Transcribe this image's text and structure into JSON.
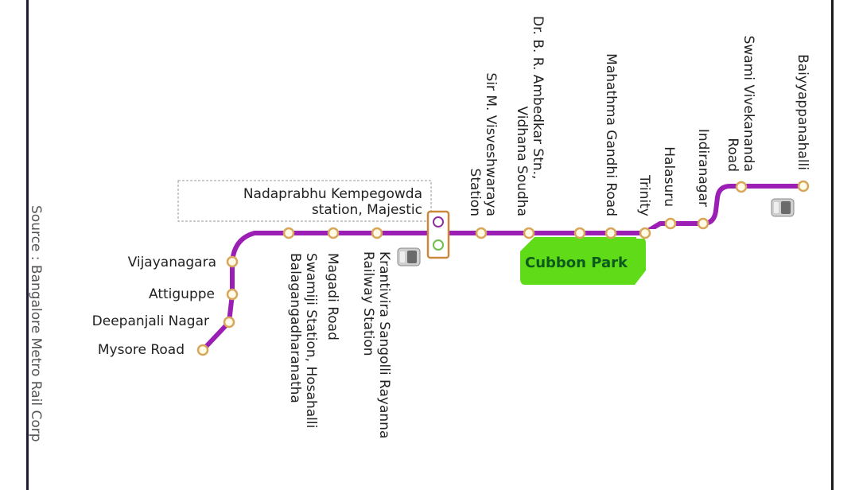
{
  "source_label": "Source : Bangalore Metro Rail Corp",
  "line_color": "#9b1fb5",
  "station_fill": "#fffbe6",
  "station_stroke": "#d8a65a",
  "interchange": {
    "label_line1": "Nadaprabhu Kempegowda",
    "label_line2": "station, Majestic",
    "purple_dot": "#8e2fa0",
    "green_dot": "#6cc04a",
    "box_stroke": "#c9883a"
  },
  "park": {
    "label": "Cubbon Park",
    "color": "#5fdc17"
  },
  "stations_west": [
    {
      "name": "Vijayanagara"
    },
    {
      "name": "Attiguppe"
    },
    {
      "name": "Deepanjali Nagar"
    },
    {
      "name": "Mysore Road"
    }
  ],
  "stations_vertical_below": [
    {
      "line1": "Balagangadharanatha",
      "line2": "Swamiji Station, Hosahalli"
    },
    {
      "line1": "Magadi Road"
    },
    {
      "line1": "Krantivira Sangolli Rayanna",
      "line2": "Railway Station"
    }
  ],
  "stations_vertical_above": [
    {
      "line1": "Sir M. Visveshwaraya",
      "line2": "Station"
    },
    {
      "line1": "Dr. B. R. Ambedkar Stn.,",
      "line2": "Vidhana Soudha"
    },
    {
      "line1": "Mahathma Gandhi Road"
    },
    {
      "line1": "Trinity"
    },
    {
      "line1": "Halasuru"
    },
    {
      "line1": "Indiranagar"
    },
    {
      "line1": "Swami Vivekananda",
      "line2": "Road"
    },
    {
      "line1": "Baiyyappanahalli"
    }
  ],
  "icons": [
    "train-icon-krantivira",
    "train-icon-baiyyappanahalli"
  ]
}
